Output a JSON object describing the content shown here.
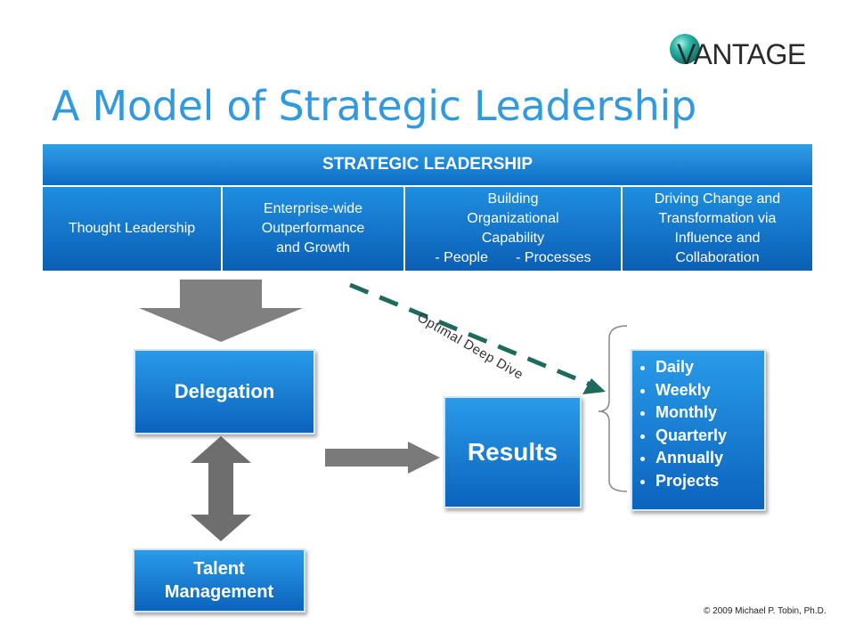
{
  "logo": {
    "text": "VANTAGE",
    "ball_color": "#2fb8a8"
  },
  "title": "A Model of Strategic Leadership",
  "table": {
    "header": "STRATEGIC LEADERSHIP",
    "cells": [
      {
        "lines": [
          "Thought Leadership"
        ]
      },
      {
        "lines": [
          "Enterprise-wide",
          "Outperformance",
          "and Growth"
        ]
      },
      {
        "lines": [
          "Building",
          "Organizational",
          "Capability",
          "- People       - Processes"
        ]
      },
      {
        "lines": [
          "Driving Change and",
          "Transformation via",
          "Influence and",
          "Collaboration"
        ]
      }
    ]
  },
  "boxes": {
    "delegation": "Delegation",
    "talent_line1": "Talent",
    "talent_line2": "Management",
    "results": "Results"
  },
  "dive_label": "Optimal Deep Dive",
  "cadence": [
    "Daily",
    "Weekly",
    "Monthly",
    "Quarterly",
    "Annually",
    "Projects"
  ],
  "footer": "© 2009 Michael P. Tobin, Ph.D.",
  "colors": {
    "accent": "#3399dd",
    "box_blue": "#0b63bd",
    "arrow_gray": "#808080",
    "dash_green": "#1e6b5e"
  }
}
